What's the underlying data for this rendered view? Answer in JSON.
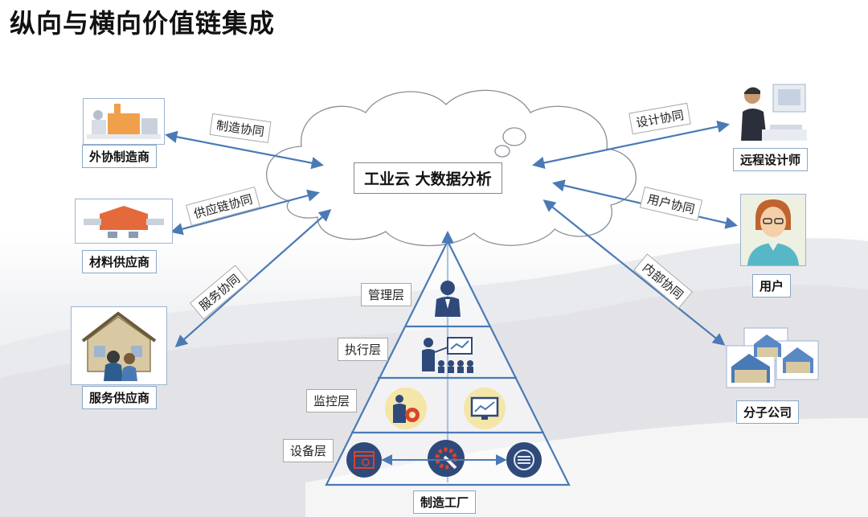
{
  "title": "纵向与横向价值链集成",
  "center": "工业云  大数据分析",
  "partners_left": [
    {
      "name": "外协制造商",
      "link": "制造协同",
      "icon": "factory-icon"
    },
    {
      "name": "材料供应商",
      "link": "供应链协同",
      "icon": "warehouse-icon"
    },
    {
      "name": "服务供应商",
      "link": "服务协同",
      "icon": "house-service-icon"
    }
  ],
  "partners_right": [
    {
      "name": "远程设计师",
      "link": "设计协同",
      "icon": "designer-icon"
    },
    {
      "name": "用户",
      "link": "用户协同",
      "icon": "user-avatar-icon"
    },
    {
      "name": "分子公司",
      "link": "内部协同",
      "icon": "branch-buildings-icon"
    }
  ],
  "pyramid": {
    "layers": [
      "管理层",
      "执行层",
      "监控层",
      "设备层"
    ],
    "base": "制造工厂"
  },
  "colors": {
    "arrow": "#4a7ab5",
    "icon_bg": "#f4e6a8",
    "icon_dark": "#2f4a7a",
    "gear": "#d9432f"
  }
}
